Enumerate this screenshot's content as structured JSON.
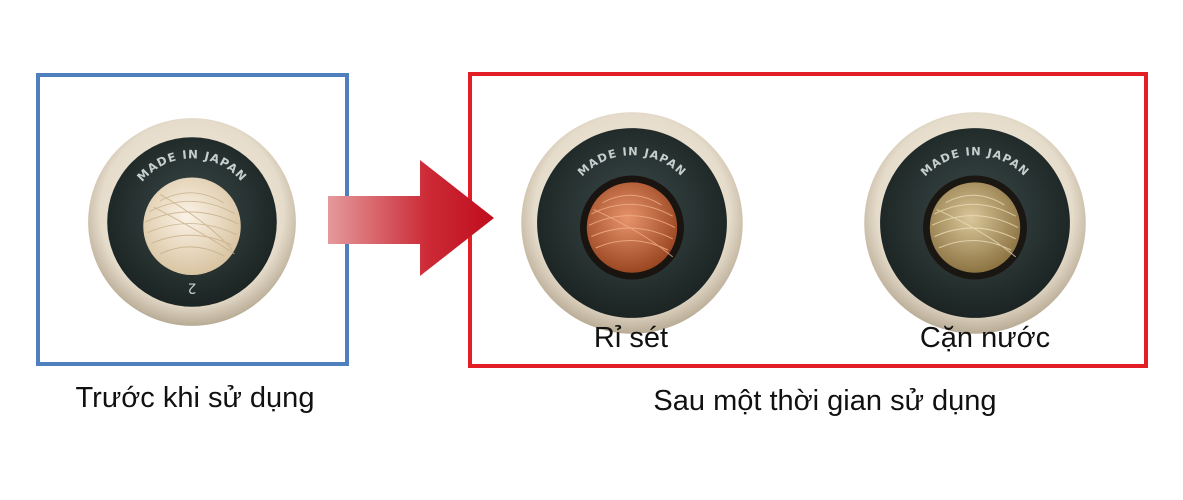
{
  "before": {
    "caption": "Trước khi sử dụng",
    "engraving": "MADE IN JAPAN",
    "mark": "2"
  },
  "after": {
    "caption": "Sau một thời gian sử dụng",
    "items": [
      {
        "label": "Rỉ sét",
        "engraving": "MADE IN JAPAN",
        "wire_color": "#c9693a"
      },
      {
        "label": "Cặn nước",
        "engraving": "MADE IN JAPAN",
        "wire_color": "#b89c62"
      }
    ]
  },
  "colors": {
    "before_frame": "#4f7fbd",
    "after_frame": "#e41e26",
    "arrow": "#c00d1e",
    "clean_wire": "#f1e3cc"
  }
}
